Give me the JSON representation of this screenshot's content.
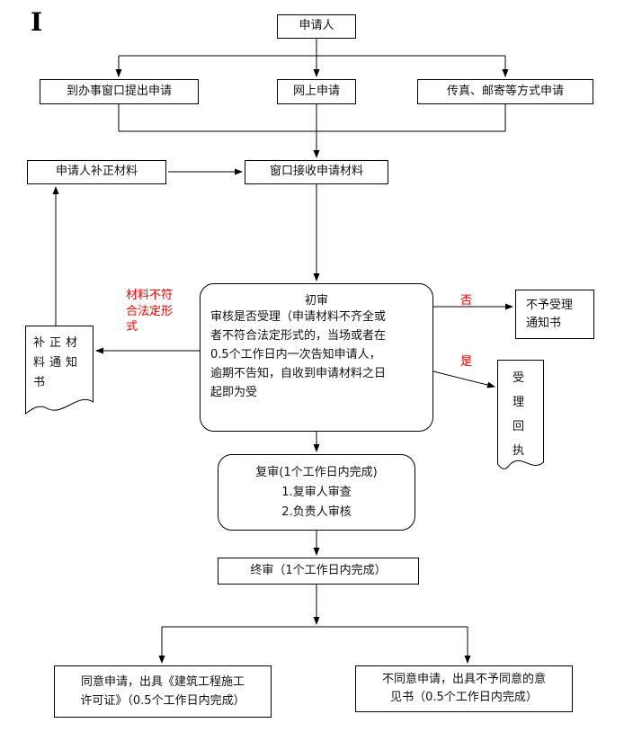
{
  "page": {
    "corner_mark": "I",
    "background": "#ffffff",
    "line_color": "#000000",
    "accent_red": "#ff0000"
  },
  "nodes": {
    "applicant": {
      "label": "申请人"
    },
    "apply_window": {
      "label": "到办事窗口提出申请"
    },
    "apply_online": {
      "label": "网上申请"
    },
    "apply_fax": {
      "label": "传真、邮寄等方式申请"
    },
    "supplement_materials": {
      "label": "申请人补正材料"
    },
    "receive_materials": {
      "label": "窗口接收申请材料"
    },
    "first_review": {
      "title": "初审",
      "lines": [
        "审核是否受理（申请材料不齐全或",
        "者不符合法定形式的，当场或者在",
        "0.5个工作日内一次告知申请人，",
        "逾期不告知，自收到申请材料之日",
        "起即为受"
      ]
    },
    "supplement_notice": {
      "label": "补正材料通知书"
    },
    "reject_notice": {
      "label": "不予受理通知书"
    },
    "acceptance_receipt": {
      "label": "受理回执"
    },
    "second_review": {
      "lines": [
        "复审(1个工作日内完成)",
        "1.复审人审查",
        "2.负责人审核"
      ]
    },
    "final_review": {
      "label": "终审（1个工作日内完成）"
    },
    "approve": {
      "lines": [
        "同意申请，出具《建筑工程施工",
        "许可证》（0.5个工作日内完成）"
      ]
    },
    "disapprove": {
      "lines": [
        "不同意申请，出具不予同意的意",
        "见书（0.5个工作日内完成）"
      ]
    }
  },
  "edge_labels": {
    "not_conform": "材料不符合法定形式",
    "no": "否",
    "yes": "是"
  }
}
